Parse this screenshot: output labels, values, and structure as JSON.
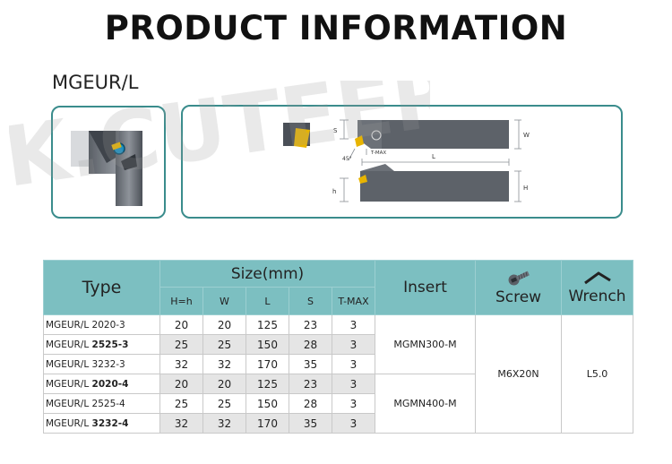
{
  "header": {
    "title": "PRODUCT INFORMATION",
    "subtitle": "MGEUR/L"
  },
  "brand": {
    "watermark": "K.CUTEER"
  },
  "colors": {
    "accent": "#3a8c8c",
    "header_bg": "#7cbfc1",
    "row_shade": "#e5e5e5",
    "insert_yellow": "#e8b400",
    "tool_dark": "#4a4f57"
  },
  "diagram": {
    "dim_labels": [
      "W",
      "S",
      "T-MAX",
      "45°",
      "L",
      "h",
      "H"
    ]
  },
  "table": {
    "headers": {
      "type": "Type",
      "size": "Size(mm)",
      "insert": "Insert",
      "screw": "Screw",
      "wrench": "Wrench"
    },
    "size_columns": [
      "H=h",
      "W",
      "L",
      "S",
      "T-MAX"
    ],
    "icons": {
      "screw": "screw-icon",
      "wrench": "hex-wrench-icon"
    },
    "rows": [
      {
        "prefix": "MGEUR/L",
        "code": "2020-3",
        "h": "20",
        "w": "20",
        "l": "125",
        "s": "23",
        "tmax": "3",
        "shaded": false
      },
      {
        "prefix": "MGEUR/L",
        "code": "2525-3",
        "h": "25",
        "w": "25",
        "l": "150",
        "s": "28",
        "tmax": "3",
        "shaded": true
      },
      {
        "prefix": "MGEUR/L",
        "code": "3232-3",
        "h": "32",
        "w": "32",
        "l": "170",
        "s": "35",
        "tmax": "3",
        "shaded": false
      },
      {
        "prefix": "MGEUR/L",
        "code": "2020-4",
        "h": "20",
        "w": "20",
        "l": "125",
        "s": "23",
        "tmax": "3",
        "shaded": true
      },
      {
        "prefix": "MGEUR/L",
        "code": "2525-4",
        "h": "25",
        "w": "25",
        "l": "150",
        "s": "28",
        "tmax": "3",
        "shaded": false
      },
      {
        "prefix": "MGEUR/L",
        "code": "3232-4",
        "h": "32",
        "w": "32",
        "l": "170",
        "s": "35",
        "tmax": "3",
        "shaded": true
      }
    ],
    "inserts": [
      "MGMN300-M",
      "MGMN400-M"
    ],
    "screw": "M6X20N",
    "wrench": "L5.0"
  }
}
